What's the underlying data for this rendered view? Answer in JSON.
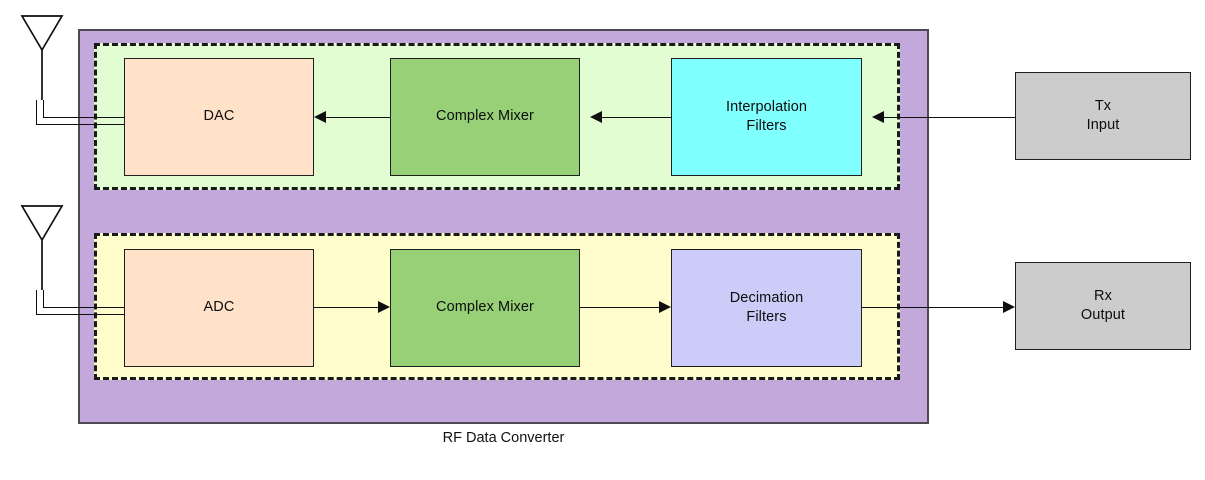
{
  "diagram": {
    "caption": "RF Data Converter",
    "chip_label": "RF Data Converter",
    "colors": {
      "chip_fill": "#C3A8DC",
      "tx_region_fill": "#E3FDD3",
      "rx_region_fill": "#FFFDCC",
      "converter_fill": "#FFE2C8",
      "mixer_fill": "#97D077",
      "interpolation_fill": "#80FFFF",
      "decimation_fill": "#CCCCF9",
      "io_fill": "#CCCCCC",
      "stroke": "#1f1f1f"
    },
    "tx_chain": {
      "region_name": "transmit-path",
      "blocks": [
        {
          "id": "dac",
          "label": "DAC"
        },
        {
          "id": "complex-mixer-tx",
          "label": "Complex Mixer"
        },
        {
          "id": "interpolation-filters",
          "label": "Interpolation\nFilters",
          "line1": "Interpolation",
          "line2": "Filters"
        }
      ]
    },
    "rx_chain": {
      "region_name": "receive-path",
      "blocks": [
        {
          "id": "adc",
          "label": "ADC"
        },
        {
          "id": "complex-mixer-rx",
          "label": "Complex Mixer"
        },
        {
          "id": "decimation-filters",
          "label": "Decimation\nFilters",
          "line1": "Decimation",
          "line2": "Filters"
        }
      ]
    },
    "io_blocks": [
      {
        "id": "tx-input",
        "line1": "Tx",
        "line2": "Input"
      },
      {
        "id": "rx-output",
        "line1": "Rx",
        "line2": "Output"
      }
    ],
    "antennas": [
      {
        "id": "tx-antenna",
        "name": "transmit-antenna"
      },
      {
        "id": "rx-antenna",
        "name": "receive-antenna"
      }
    ],
    "connections": [
      {
        "from": "tx-input",
        "to": "interpolation-filters",
        "direction": "left"
      },
      {
        "from": "interpolation-filters",
        "to": "complex-mixer-tx",
        "direction": "left"
      },
      {
        "from": "complex-mixer-tx",
        "to": "dac",
        "direction": "left"
      },
      {
        "from": "dac",
        "to": "tx-antenna",
        "direction": "left"
      },
      {
        "from": "rx-antenna",
        "to": "adc",
        "direction": "right"
      },
      {
        "from": "adc",
        "to": "complex-mixer-rx",
        "direction": "right"
      },
      {
        "from": "complex-mixer-rx",
        "to": "decimation-filters",
        "direction": "right"
      },
      {
        "from": "decimation-filters",
        "to": "rx-output",
        "direction": "right"
      }
    ]
  }
}
